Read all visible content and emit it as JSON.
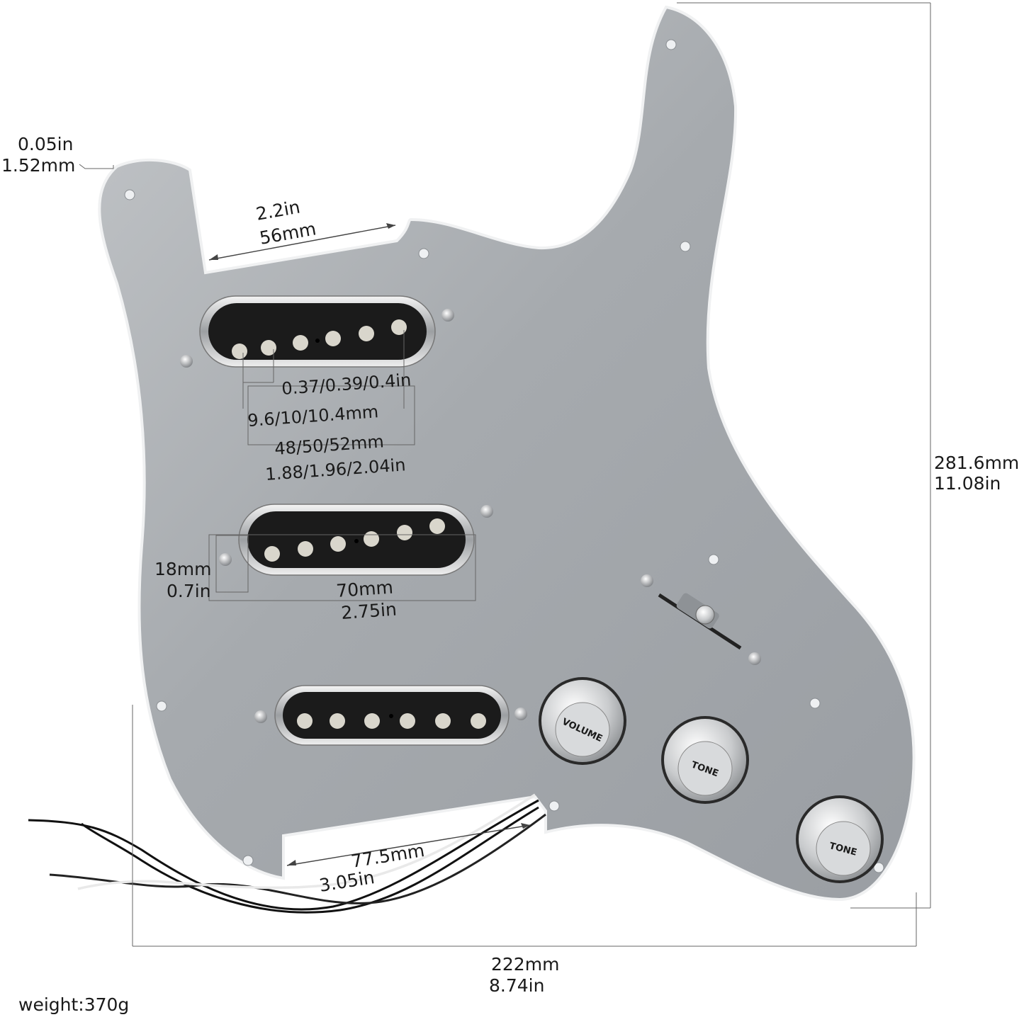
{
  "labels": {
    "thickness_in": "0.05in",
    "thickness_mm": "1.52mm",
    "neck_gap_in": "2.2in",
    "neck_gap_mm": "56mm",
    "pole_spacing_in": "0.37/0.39/0.4in",
    "pole_spacing_mm": "9.6/10/10.4mm",
    "pole_span_mm": "48/50/52mm",
    "pole_span_in": "1.88/1.96/2.04in",
    "height_mm": "281.6mm",
    "height_in": "11.08in",
    "pickup_width_mm": "18mm",
    "pickup_width_in": "0.7in",
    "pickup_length_mm": "70mm",
    "pickup_length_in": "2.75in",
    "cavity_mm": "77.5mm",
    "cavity_in": "3.05in",
    "width_mm": "222mm",
    "width_in": "8.74in",
    "weight": "weight:370g"
  },
  "knobs": [
    {
      "label": "VOLUME"
    },
    {
      "label": "TONE"
    },
    {
      "label": "TONE"
    }
  ],
  "colors": {
    "plate": "#a9adb1",
    "plate_edge": "#e9ebed",
    "pickup_body": "#1b1b1b",
    "pickup_pole": "#d9d6cc",
    "chrome": "#d4d6d8"
  }
}
